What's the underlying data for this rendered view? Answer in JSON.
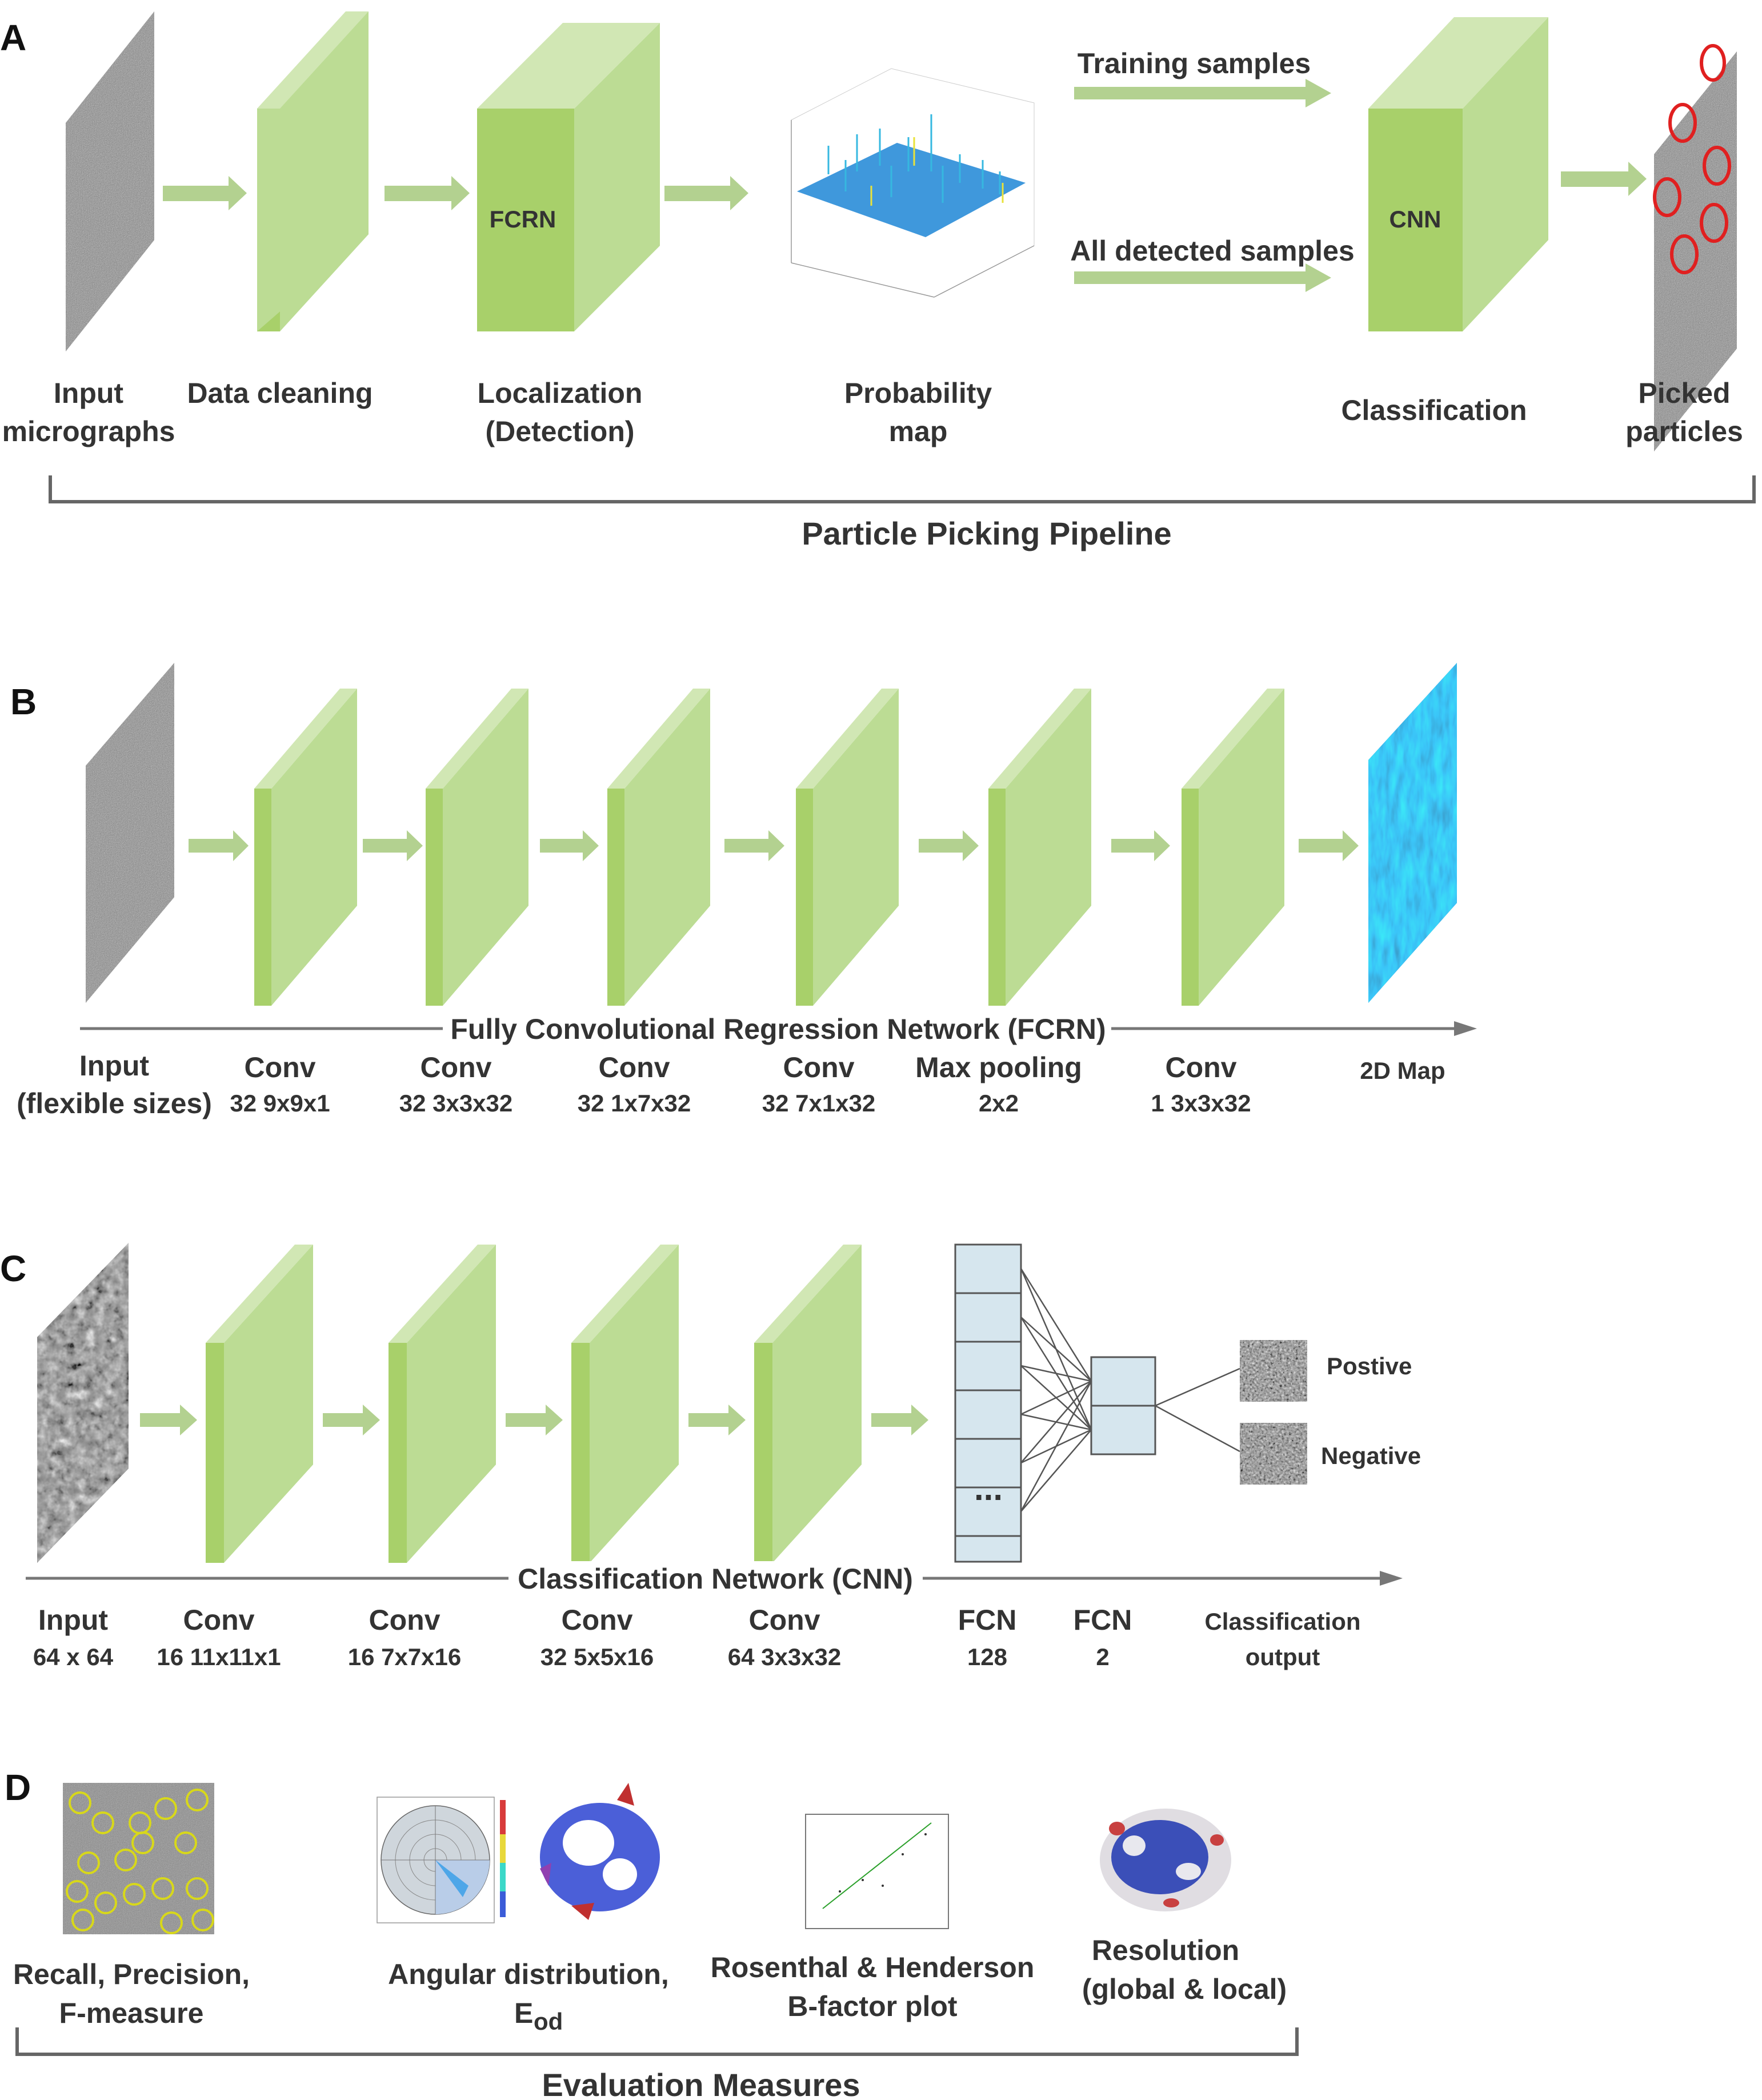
{
  "panels": {
    "A": "A",
    "B": "B",
    "C": "C",
    "D": "D"
  },
  "panel_a": {
    "steps": [
      {
        "line1": "Input",
        "line2": "micrographs"
      },
      {
        "line1": "Data cleaning",
        "line2": ""
      },
      {
        "line1": "Localization",
        "line2": "(Detection)"
      },
      {
        "line1": "Probability",
        "line2": "map"
      },
      {
        "line1": "Classification",
        "line2": ""
      },
      {
        "line1": "Picked",
        "line2": "particles"
      }
    ],
    "fcrn_label": "FCRN",
    "cnn_label": "CNN",
    "arrow_top": "Training samples",
    "arrow_bottom": "All detected samples",
    "bracket_label": "Particle Picking Pipeline"
  },
  "panel_b": {
    "axis_label": "Fully Convolutional Regression Network (FCRN)",
    "layers": [
      {
        "name": "Input",
        "param": "(flexible sizes)"
      },
      {
        "name": "Conv",
        "param": "32 9x9x1"
      },
      {
        "name": "Conv",
        "param": "32 3x3x32"
      },
      {
        "name": "Conv",
        "param": "32 1x7x32"
      },
      {
        "name": "Conv",
        "param": "32 7x1x32"
      },
      {
        "name": "Max pooling",
        "param": "2x2"
      },
      {
        "name": "Conv",
        "param": "1 3x3x32"
      },
      {
        "name": "2D Map",
        "param": ""
      }
    ]
  },
  "panel_c": {
    "axis_label": "Classification Network (CNN)",
    "layers": [
      {
        "name": "Input",
        "param": "64 x 64"
      },
      {
        "name": "Conv",
        "param": "16 11x11x1"
      },
      {
        "name": "Conv",
        "param": "16 7x7x16"
      },
      {
        "name": "Conv",
        "param": "32 5x5x16"
      },
      {
        "name": "Conv",
        "param": "64 3x3x32"
      },
      {
        "name": "FCN",
        "param": "128"
      },
      {
        "name": "FCN",
        "param": "2"
      },
      {
        "name": "Classification",
        "param": "output"
      }
    ],
    "ellipsis": "...",
    "outputs": [
      "Postive",
      "Negative"
    ]
  },
  "panel_d": {
    "measures": [
      {
        "line1": "Recall, Precision,",
        "line2": "F-measure"
      },
      {
        "line1": "Angular distribution,",
        "line2": "E",
        "sub": "od"
      },
      {
        "line1": "Rosenthal & Henderson",
        "line2": "B-factor plot"
      },
      {
        "line1": "Resolution",
        "line2": "(global & local)"
      }
    ],
    "bracket_label": "Evaluation Measures"
  },
  "colors": {
    "layer_front": "#a8d06a",
    "layer_side": "#bcdc94",
    "layer_top": "#d1e7b4",
    "arrow": "#b3d190",
    "fcn_box": "#d6e6ee",
    "bracket": "#666666",
    "circle": "#e02020"
  }
}
